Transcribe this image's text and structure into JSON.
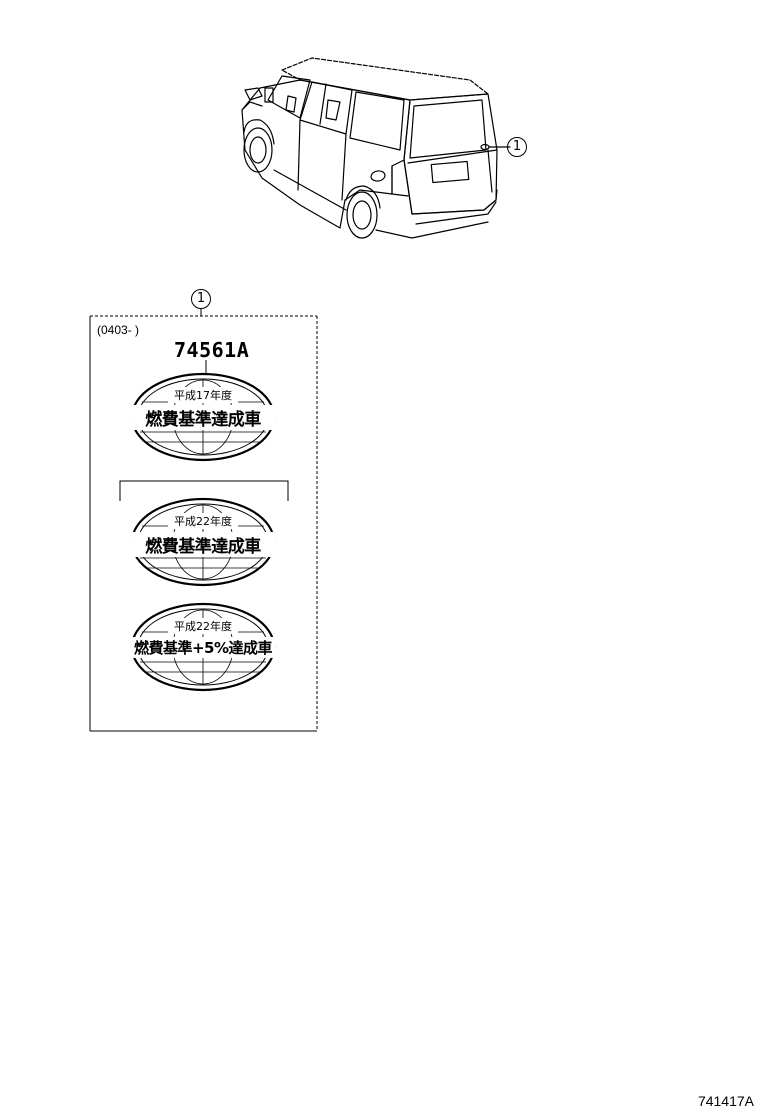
{
  "callouts": {
    "vehicle": "1",
    "panel": "1"
  },
  "panel": {
    "date_range": "(0403-        )",
    "part_number": "74561A"
  },
  "labels": [
    {
      "top": "平成17年度",
      "main": "燃費基準達成車"
    },
    {
      "top": "平成22年度",
      "main": "燃費基準達成車"
    },
    {
      "top": "平成22年度",
      "main": "燃費基準+5%達成車"
    }
  ],
  "diagram_id": "741417A"
}
